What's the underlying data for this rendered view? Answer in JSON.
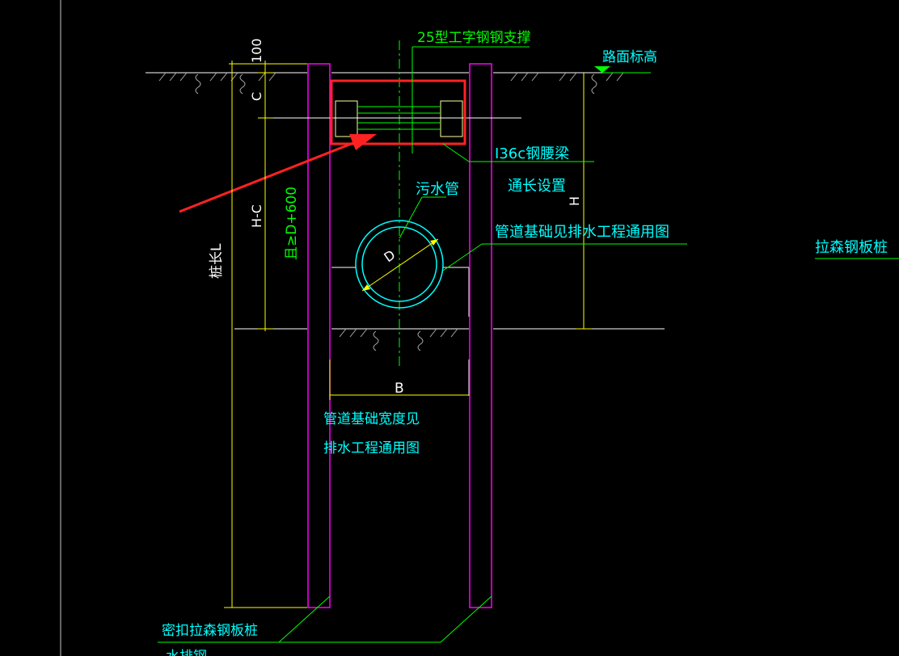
{
  "labels": {
    "strut": "25型工字钢钢支撑",
    "road_level": "路面标高",
    "waist_beam": "I36c钢腰梁",
    "full_length": "通长设置",
    "sewer": "污水管",
    "pipe_basis": "管道基础见排水工程通用图",
    "sheet_pile": "拉森钢板桩",
    "pile_length": "桩长L",
    "dim_100": "100",
    "dim_c": "C",
    "dim_hc": "H-C",
    "dim_d600": "且≥D+600",
    "dim_h": "H",
    "dim_d": "D",
    "dim_b": "B",
    "base_width_1": "管道基础宽度见",
    "base_width_2": "排水工程通用图",
    "interlock": "密扣拉森钢板桩",
    "cut_text": "水排钢"
  },
  "colors": {
    "background": "#000000",
    "pile": "#ff00ff",
    "dimension": "#ffff00",
    "leader": "#00ff00",
    "pipe": "#00ffff",
    "text_cyan": "#00ffff",
    "highlight": "#ff2222",
    "ground": "#ffffff",
    "waist_beam_fill": "#ffffa0"
  }
}
